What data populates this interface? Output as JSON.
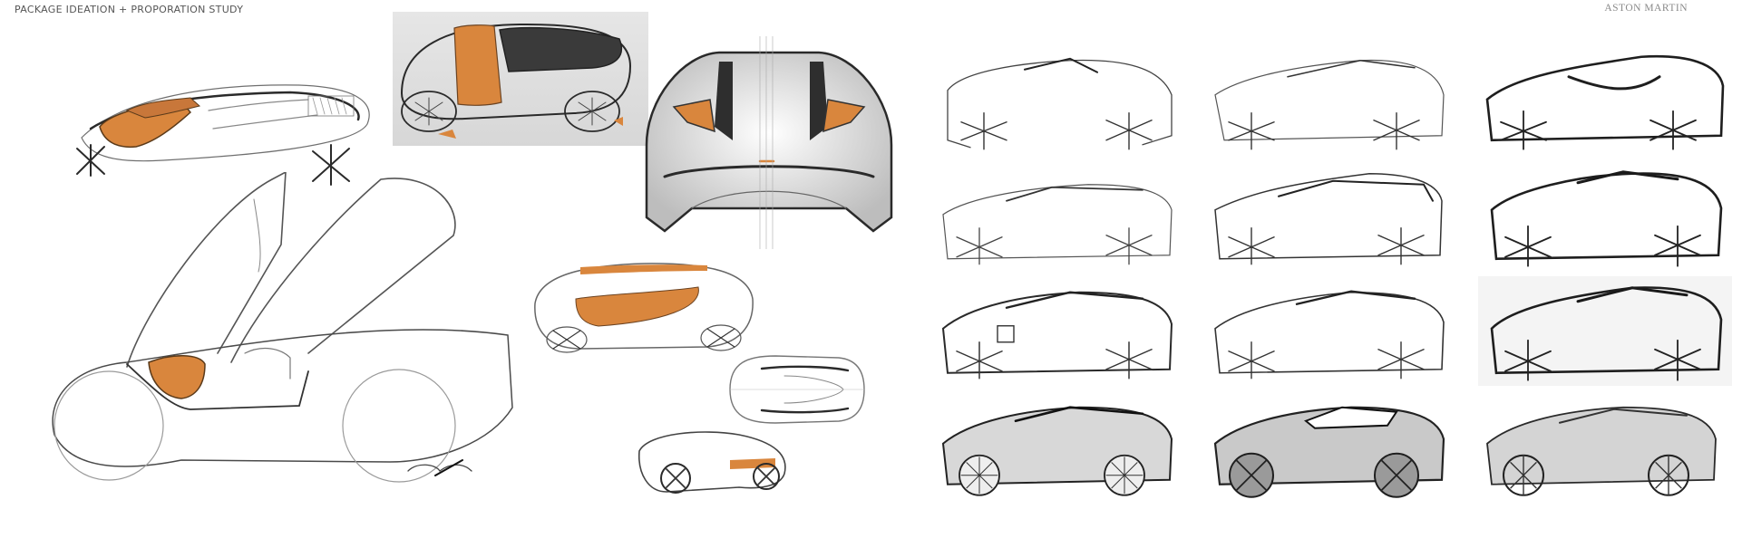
{
  "header": {
    "title": "PACKAGE IDEATION + PROPORATION STUDY",
    "brand": "ASTON MARTIN"
  },
  "colors": {
    "accent_orange": "#d9863d",
    "line_dark": "#2a2a2a",
    "line_mid": "#6f6f6f",
    "line_light": "#a9a9a9",
    "panel_grey": "#dcdcdc",
    "background": "#ffffff"
  },
  "concept_sketches": [
    {
      "id": "top-view-interior",
      "label": "Three-quarter top view with orange seat/interior",
      "accent": true
    },
    {
      "id": "overhead-grey-panel",
      "label": "Overhead perspective on grey panel with orange band",
      "accent": true
    },
    {
      "id": "rear-view",
      "label": "Rear view with orange tail lamps",
      "accent": true
    },
    {
      "id": "gullwing-side-view",
      "label": "Side view with open gullwing doors and orange seat",
      "accent": true
    },
    {
      "id": "side-profile-orange",
      "label": "Side profile with orange glasshouse",
      "accent": true
    },
    {
      "id": "plan-view",
      "label": "Top plan view",
      "accent": false
    },
    {
      "id": "low-three-quarter",
      "label": "Low three-quarter view with orange stripe",
      "accent": true
    }
  ],
  "signature": "artist signature",
  "proportion_grid": {
    "rows": 4,
    "columns": 3,
    "thumbnails": [
      {
        "row": 1,
        "col": 1,
        "style": "light line"
      },
      {
        "row": 1,
        "col": 2,
        "style": "light line"
      },
      {
        "row": 1,
        "col": 3,
        "style": "heavy line"
      },
      {
        "row": 2,
        "col": 1,
        "style": "light line"
      },
      {
        "row": 2,
        "col": 2,
        "style": "light line"
      },
      {
        "row": 2,
        "col": 3,
        "style": "heavy line"
      },
      {
        "row": 3,
        "col": 1,
        "style": "medium line"
      },
      {
        "row": 3,
        "col": 2,
        "style": "medium line"
      },
      {
        "row": 3,
        "col": 3,
        "style": "heavy line, shaded panel"
      },
      {
        "row": 4,
        "col": 1,
        "style": "tonal shading"
      },
      {
        "row": 4,
        "col": 2,
        "style": "tonal shading"
      },
      {
        "row": 4,
        "col": 3,
        "style": "tonal shading"
      }
    ]
  }
}
